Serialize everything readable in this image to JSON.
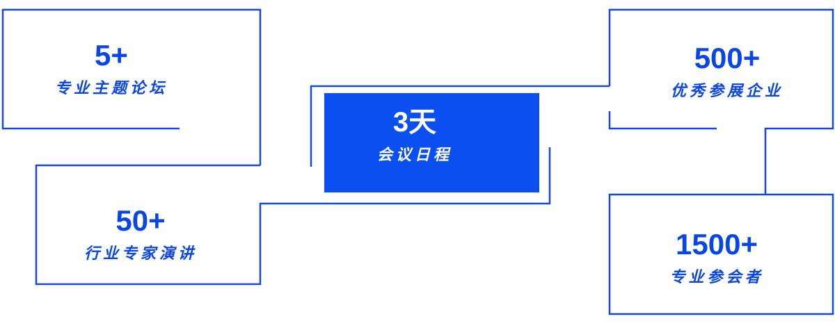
{
  "stats": {
    "forums": {
      "value": "5+",
      "label": "专业主题论坛"
    },
    "experts": {
      "value": "50+",
      "label": "行业专家演讲"
    },
    "days": {
      "value": "3天",
      "label": "会议日程"
    },
    "exhibitors": {
      "value": "500+",
      "label": "优秀参展企业"
    },
    "attendees": {
      "value": "1500+",
      "label": "专业参会者"
    }
  },
  "colors": {
    "accent": "#0c4ff0",
    "text": "#0a46e6",
    "line": "#1448e0"
  }
}
